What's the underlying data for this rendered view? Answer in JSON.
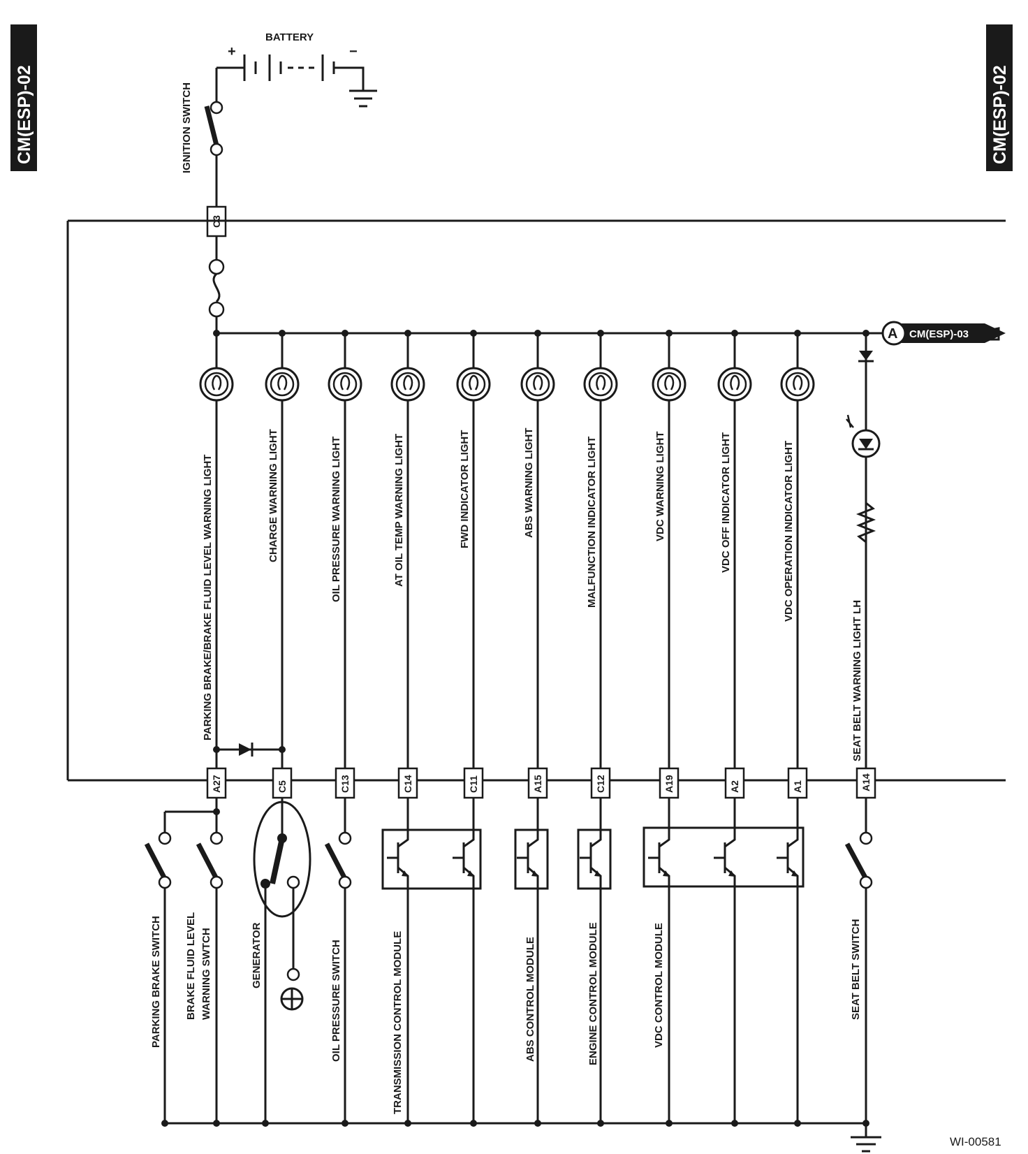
{
  "page_tag": "CM(ESP)-02",
  "figure_id": "WI-00581",
  "battery_label": "BATTERY",
  "battery_plus": "+",
  "battery_minus": "−",
  "ignition_label": "IGNITION SWITCH",
  "fuse_connector": "C3",
  "offpage": {
    "letter": "A",
    "ref": "CM(ESP)-03"
  },
  "lamps": [
    {
      "label": "PARKING BRAKE/BRAKE FLUID LEVEL WARNING LIGHT",
      "connector": "A27"
    },
    {
      "label": "CHARGE WARNING LIGHT",
      "connector": "C5"
    },
    {
      "label": "OIL PRESSURE WARNING LIGHT",
      "connector": "C13"
    },
    {
      "label": "AT OIL TEMP WARNING LIGHT",
      "connector": "C14"
    },
    {
      "label": "FWD INDICATOR LIGHT",
      "connector": "C11"
    },
    {
      "label": "ABS WARNING LIGHT",
      "connector": "A15"
    },
    {
      "label": "MALFUNCTION INDICATOR LIGHT",
      "connector": "C12"
    },
    {
      "label": "VDC WARNING LIGHT",
      "connector": "A19"
    },
    {
      "label": "VDC OFF INDICATOR LIGHT",
      "connector": "A2"
    },
    {
      "label": "VDC OPERATION INDICATOR LIGHT",
      "connector": "A1"
    }
  ],
  "seatbelt": {
    "label": "SEAT BELT WARNING LIGHT LH",
    "connector": "A14"
  },
  "components": {
    "parking_brake_switch": "PARKING BRAKE SWITCH",
    "brake_fluid_switch_line1": "BRAKE FLUID LEVEL",
    "brake_fluid_switch_line2": "WARNING SWTCH",
    "generator": "GENERATOR",
    "oil_pressure_switch": "OIL PRESSURE SWITCH",
    "transmission_module": "TRANSMISSION CONTROL MODULE",
    "abs_module": "ABS CONTROL MODULE",
    "engine_module": "ENGINE CONTROL MODULE",
    "vdc_module": "VDC CONTROL MODULE",
    "seat_belt_switch": "SEAT BELT SWITCH"
  }
}
